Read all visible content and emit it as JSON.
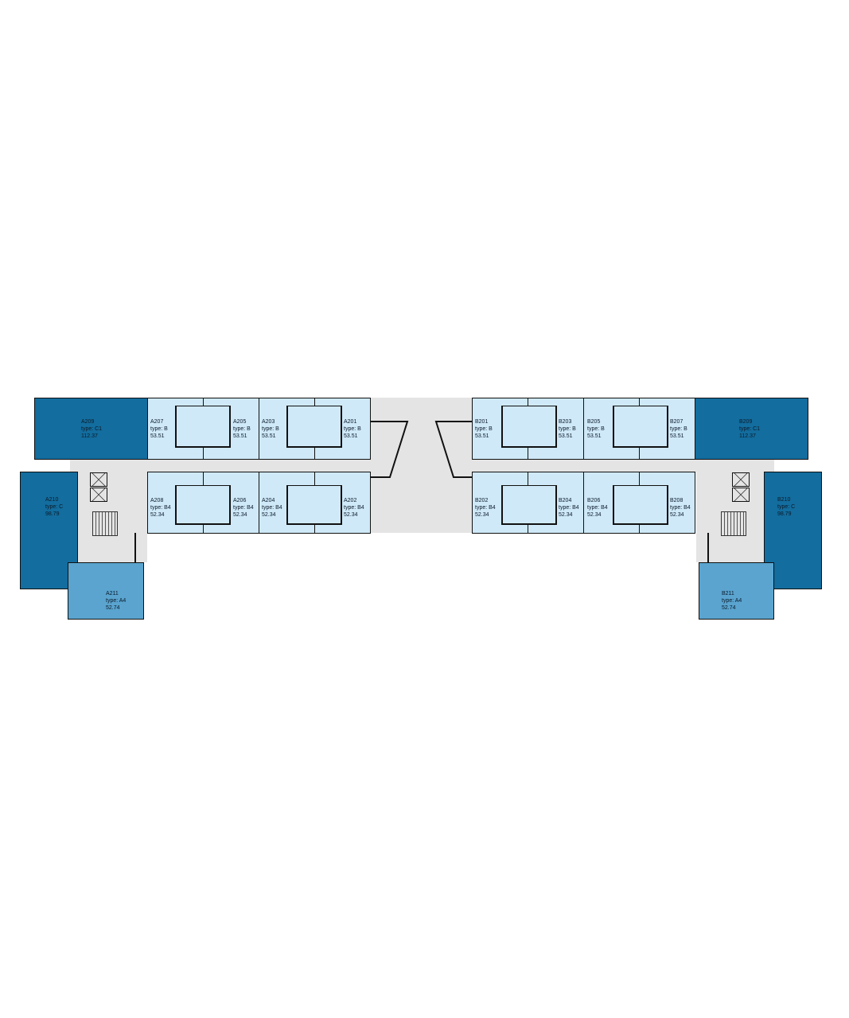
{
  "plan": {
    "colors": {
      "type_b": "#cfe9f8",
      "type_c": "#136d9e",
      "type_a4": "#5aa4cf",
      "common": "#e4e4e4",
      "wall": "#111111"
    }
  },
  "units": [
    {
      "id": "A201",
      "type": "type: B",
      "area": "53.51"
    },
    {
      "id": "A202",
      "type": "type: B4",
      "area": "52.34"
    },
    {
      "id": "A203",
      "type": "type: B",
      "area": "53.51"
    },
    {
      "id": "A204",
      "type": "type: B4",
      "area": "52.34"
    },
    {
      "id": "A205",
      "type": "type: B",
      "area": "53.51"
    },
    {
      "id": "A206",
      "type": "type: B4",
      "area": "52.34"
    },
    {
      "id": "A207",
      "type": "type: B",
      "area": "53.51"
    },
    {
      "id": "A208",
      "type": "type: B4",
      "area": "52.34"
    },
    {
      "id": "A209",
      "type": "type: C1",
      "area": "112.37"
    },
    {
      "id": "A210",
      "type": "type: C",
      "area": "98.79"
    },
    {
      "id": "A211",
      "type": "type: A4",
      "area": "52.74"
    },
    {
      "id": "B201",
      "type": "type: B",
      "area": "53.51"
    },
    {
      "id": "B202",
      "type": "type: B4",
      "area": "52.34"
    },
    {
      "id": "B203",
      "type": "type: B",
      "area": "53.51"
    },
    {
      "id": "B204",
      "type": "type: B4",
      "area": "52.34"
    },
    {
      "id": "B205",
      "type": "type: B",
      "area": "53.51"
    },
    {
      "id": "B206",
      "type": "type: B4",
      "area": "52.34"
    },
    {
      "id": "B207",
      "type": "type: B",
      "area": "53.51"
    },
    {
      "id": "B208",
      "type": "type: B4",
      "area": "52.34"
    },
    {
      "id": "B209",
      "type": "type: C1",
      "area": "112.37"
    },
    {
      "id": "B210",
      "type": "type: C",
      "area": "98.79"
    },
    {
      "id": "B211",
      "type": "type: A4",
      "area": "52.74"
    }
  ]
}
